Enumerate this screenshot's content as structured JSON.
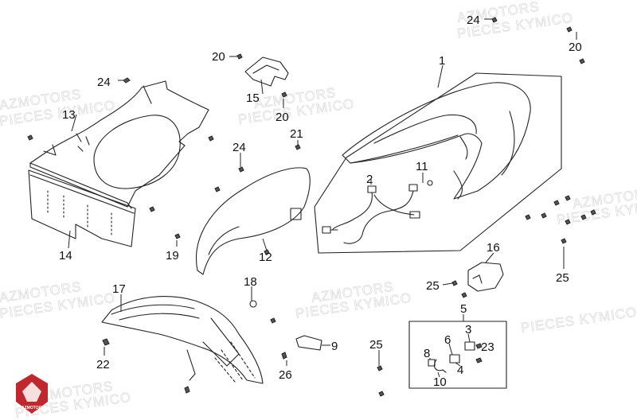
{
  "watermark": {
    "line1": "AZMOTORS",
    "line2": "PIECES KYMICO"
  },
  "logo": {
    "text": "AZMOTORS",
    "color": "#c0282d"
  },
  "callouts": {
    "c1": "1",
    "c2": "2",
    "c3": "3",
    "c4": "4",
    "c5": "5",
    "c6": "6",
    "c8": "8",
    "c9": "9",
    "c10": "10",
    "c11": "11",
    "c12": "12",
    "c13": "13",
    "c14": "14",
    "c15": "15",
    "c16": "16",
    "c17": "17",
    "c18": "18",
    "c19": "19",
    "c20": "20",
    "c21": "21",
    "c22": "22",
    "c23": "23",
    "c24": "24",
    "c25": "25",
    "c26": "26"
  }
}
